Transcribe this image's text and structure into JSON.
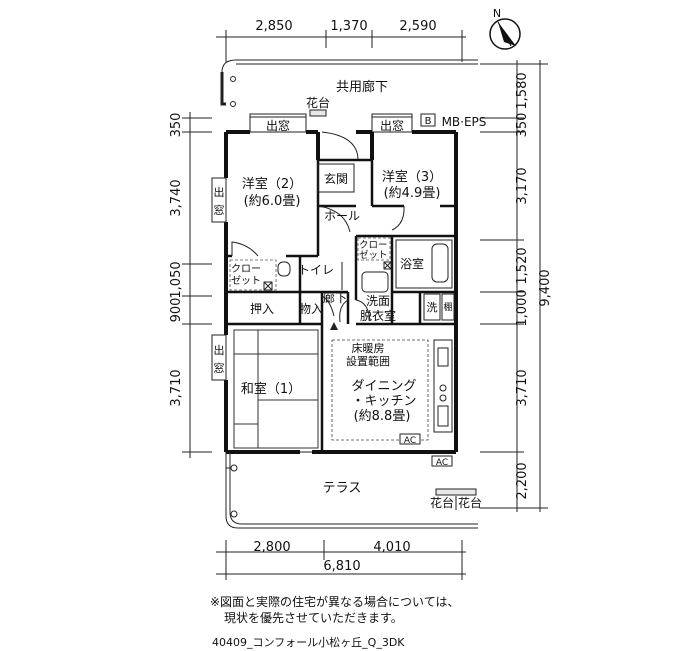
{
  "dims": {
    "top": [
      "2,850",
      "1,370",
      "2,590"
    ],
    "left": [
      "350",
      "3,740",
      "1,050",
      "900",
      "3,710"
    ],
    "right_inner": [
      "1,580",
      "350",
      "3,170",
      "1,520",
      "1,000",
      "3,710",
      "2,200"
    ],
    "right_total": "9,400",
    "bottom": [
      "2,800",
      "4,010"
    ],
    "bottom_total": "6,810"
  },
  "labels": {
    "corridor": "共用廊下",
    "flower_box": "花台",
    "window_a": "出窓",
    "window_b": "出窓",
    "side_window_1": "出\n窓",
    "side_window_2": "出\n窓",
    "mb_eps": "MB·EPS",
    "meter_b": "B",
    "room2_name": "洋室（2）",
    "room2_size": "(約6.0畳)",
    "entrance": "玄関",
    "room3_name": "洋室（3）",
    "room3_size": "(約4.9畳)",
    "hall": "ホール",
    "closet1": "クロー\nゼット",
    "toilet": "トイレ",
    "closet2": "クロー\nゼット",
    "bath": "浴室",
    "oshiire": "押入",
    "storage": "物入",
    "hallway": "廊下",
    "washroom": "洗面\n脱衣室",
    "washer": "洗",
    "shelf": "棚",
    "floor_heat": "床暖房\n設置範囲",
    "washitsu": "和室（1）",
    "dining": "ダイニング\n・キッチン\n(約8.8畳)",
    "ac1": "AC",
    "ac2": "AC",
    "terrace": "テラス",
    "flower_box_2": "花台",
    "flower_box_3": "花台",
    "north": "N"
  },
  "notes": {
    "line1": "※図面と実際の住宅が異なる場合については、",
    "line2": "現状を優先させていただきます。",
    "caption": "40409_コンフォール小松ヶ丘_Q_3DK"
  }
}
